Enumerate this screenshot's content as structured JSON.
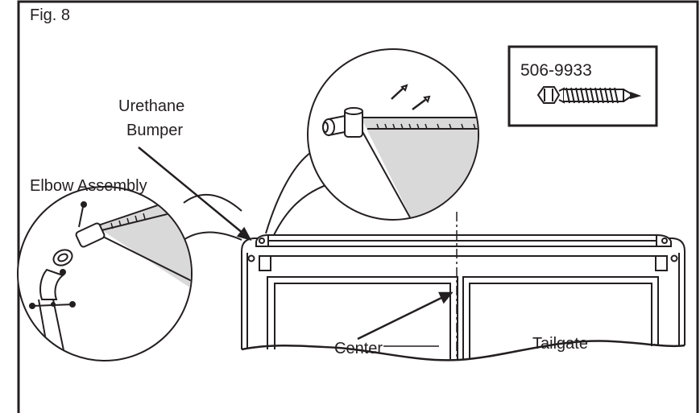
{
  "figure": {
    "label": "Fig. 8",
    "part_number": "506-9933",
    "callouts": {
      "urethane_line1": "Urethane",
      "urethane_line2": "Bumper",
      "elbow_assembly": "Elbow Assembly",
      "center": "Center",
      "tailgate": "Tailgate"
    }
  },
  "colors": {
    "line": "#231f20",
    "fill_gray": "#d9d9d9",
    "background": "#ffffff"
  },
  "icons": [
    "self-drilling-screw-icon",
    "hex-head-screw-icon"
  ]
}
